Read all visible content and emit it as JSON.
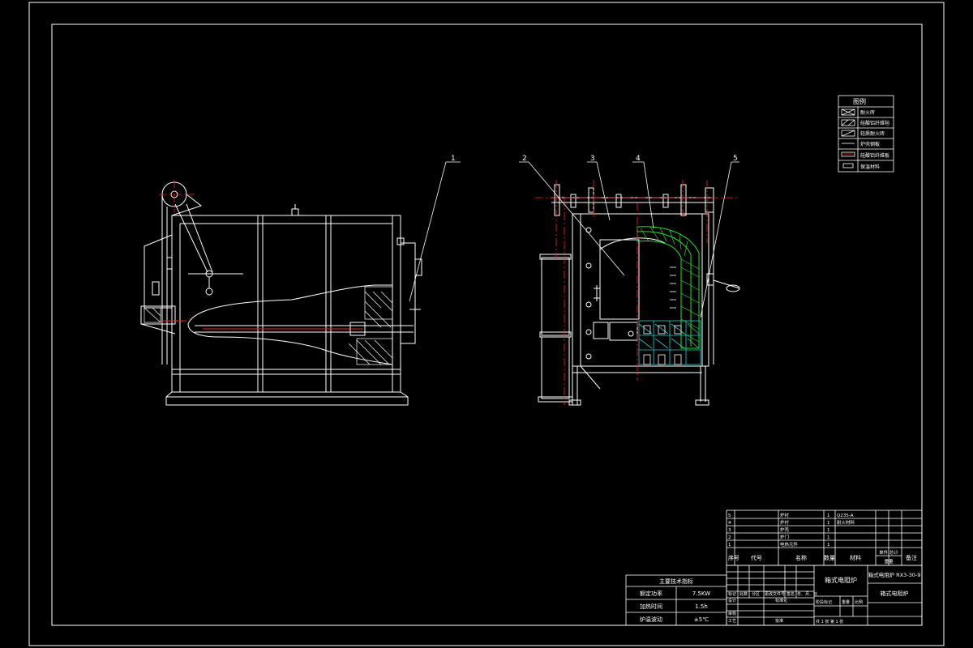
{
  "colors": {
    "background": "#000000",
    "line": "#ffffff",
    "centerline": "#ff2020",
    "insulation": "#22dd22",
    "brick": "#22cccc"
  },
  "callouts": [
    "1",
    "2",
    "3",
    "4",
    "5"
  ],
  "legend": {
    "title": "图例",
    "items": [
      "耐火砖",
      "硅酸铝纤维毡",
      "轻质耐火砖",
      "炉壳钢板",
      "硅酸铝纤维板",
      "保温材料"
    ]
  },
  "tech_table": {
    "title": "主要技术指标",
    "rows": [
      {
        "label": "额定功率",
        "value": "7.5KW"
      },
      {
        "label": "加热时间",
        "value": "1.5h"
      },
      {
        "label": "炉温波动",
        "value": "±5℃"
      }
    ]
  },
  "parts_list": {
    "rows": [
      {
        "no": "5",
        "name": "炉衬",
        "qty": "1",
        "material": "Q235-A"
      },
      {
        "no": "4",
        "name": "炉衬",
        "qty": "1",
        "material": "耐火材料"
      },
      {
        "no": "3",
        "name": "炉壳",
        "qty": "1",
        "material": ""
      },
      {
        "no": "2",
        "name": "炉门",
        "qty": "1",
        "material": ""
      },
      {
        "no": "1",
        "name": "电热元件",
        "qty": "1",
        "material": ""
      }
    ],
    "header": {
      "no": "序号",
      "code": "代号",
      "name": "名称",
      "qty": "数量",
      "material": "材料",
      "weight": "单件 总计",
      "weight2": "重量",
      "remark": "备注"
    }
  },
  "title_block": {
    "drawing_name": "箱式电阻炉",
    "model": "箱式电阻炉 RX3-30-9",
    "drawing_title": "箱式电阻炉",
    "labels": {
      "mark": "标记",
      "count": "处数",
      "zone": "分区",
      "change_no": "更改文件号",
      "sign": "签名",
      "date": "年、月、日",
      "designer": "设计",
      "standard": "标准化",
      "check": "审核",
      "process": "工艺",
      "approve": "批准",
      "stage": "阶段标记",
      "weight": "重量",
      "scale": "比例",
      "sheet": "共  1  张   第  1  张"
    }
  }
}
